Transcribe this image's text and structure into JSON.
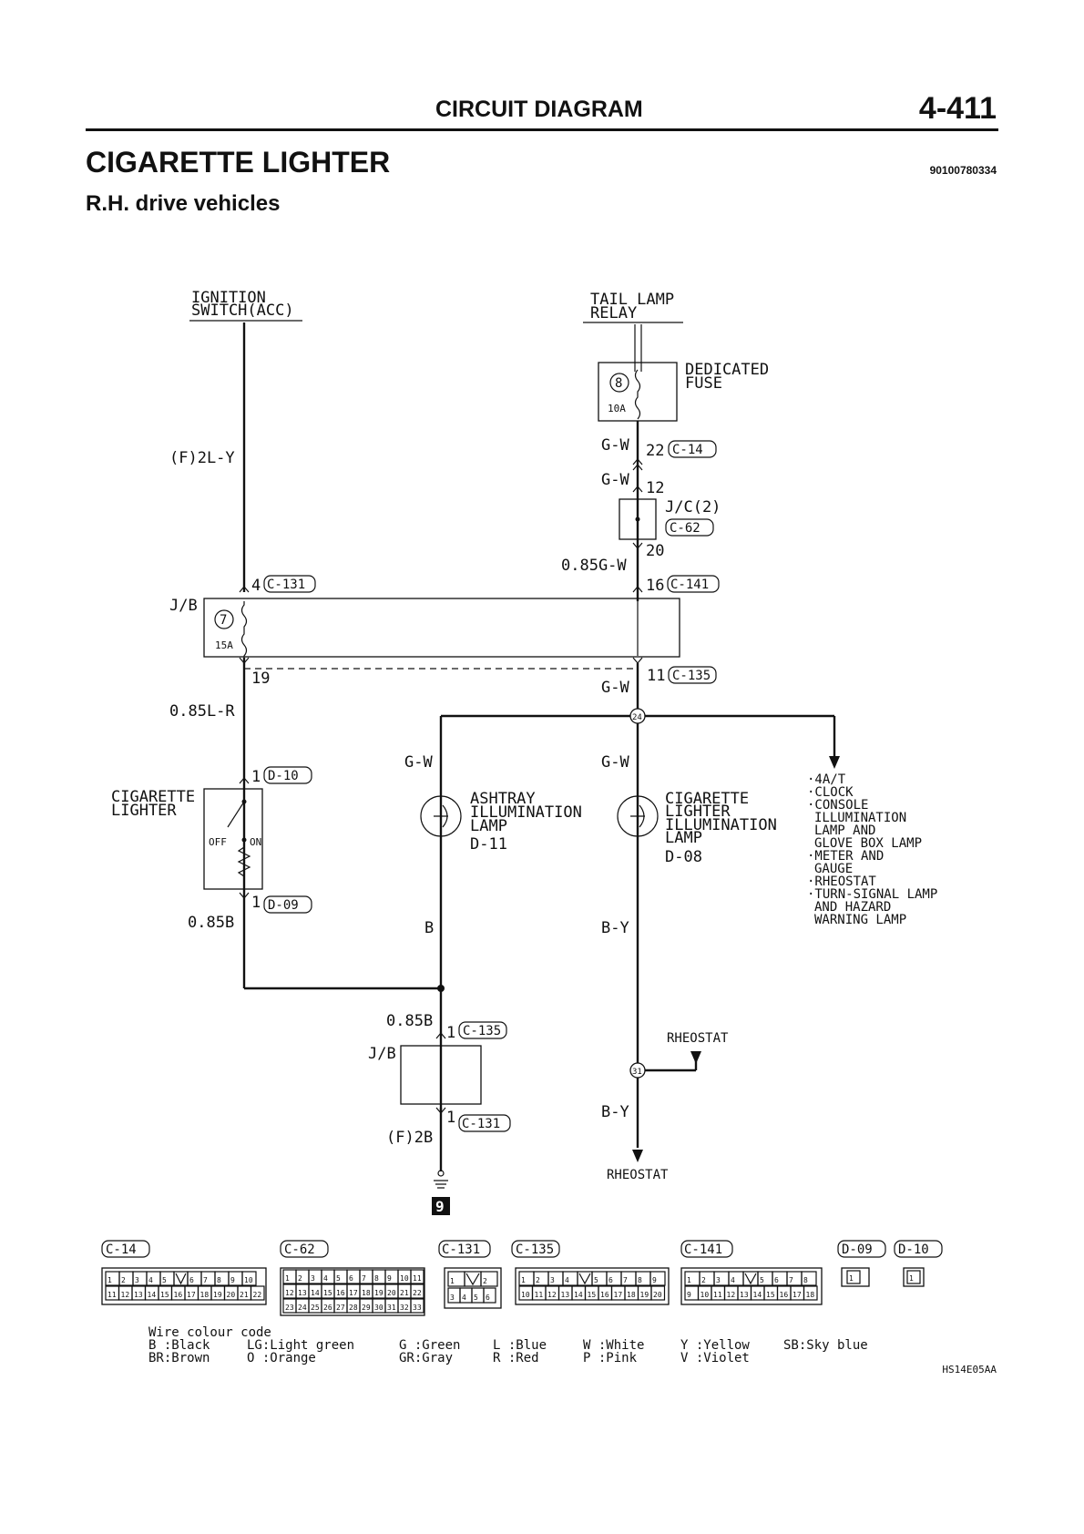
{
  "header": {
    "title": "CIRCUIT DIAGRAM",
    "page_number": "4-411"
  },
  "section": {
    "title": "CIGARETTE LIGHTER",
    "subtitle": "R.H. drive vehicles",
    "doc_code": "90100780334"
  },
  "components": {
    "ignition_switch": [
      "IGNITION",
      "SWITCH(ACC)"
    ],
    "tail_lamp_relay": [
      "TAIL LAMP",
      "RELAY"
    ],
    "dedicated_fuse": [
      "DEDICATED",
      "FUSE"
    ],
    "fuse8": {
      "num": "8",
      "amp": "10A"
    },
    "fuse7": {
      "num": "7",
      "amp": "15A"
    },
    "jb": "J/B",
    "jc": "J/C(2)",
    "cig_lighter": [
      "CIGARETTE",
      "LIGHTER"
    ],
    "switch_off": "OFF",
    "switch_on": "ON",
    "ashtray_lamp": [
      "ASHTRAY",
      "ILLUMINATION",
      "LAMP",
      "D-11"
    ],
    "cig_illum_lamp": [
      "CIGARETTE",
      "LIGHTER",
      "ILLUMINATION",
      "LAMP",
      "D-08"
    ],
    "rheostat": "RHEOSTAT",
    "ground_no": "9",
    "junction_24": "24",
    "junction_31": "31"
  },
  "wires": {
    "f2ly": "(F)2L-Y",
    "gw": "G-W",
    "g085w": "0.85G-W",
    "l085r": "0.85L-R",
    "b085": "0.85B",
    "b": "B",
    "by": "B-Y",
    "f2b": "(F)2B"
  },
  "pins": {
    "p22": "22",
    "p12": "12",
    "p20": "20",
    "p4": "4",
    "p16": "16",
    "p19": "19",
    "p11": "11",
    "p1": "1"
  },
  "connectors": {
    "c14": "C-14",
    "c62": "C-62",
    "c131": "C-131",
    "c135": "C-135",
    "c141": "C-141",
    "d09": "D-09",
    "d10": "D-10"
  },
  "other_circuits": [
    "·4A/T",
    "·CLOCK",
    "·CONSOLE",
    "ILLUMINATION",
    "LAMP AND",
    "GLOVE BOX LAMP",
    "·METER AND",
    "GAUGE",
    "·RHEOSTAT",
    "·TURN-SIGNAL LAMP",
    "AND HAZARD",
    "WARNING LAMP"
  ],
  "connector_pins": {
    "c14": {
      "top": [
        "1",
        "2",
        "3",
        "4",
        "5",
        "",
        "6",
        "7",
        "8",
        "9",
        "10"
      ],
      "bottom": [
        "11",
        "12",
        "13",
        "14",
        "15",
        "16",
        "17",
        "18",
        "19",
        "20",
        "21",
        "22"
      ]
    },
    "c62": {
      "top": [
        "1",
        "2",
        "3",
        "4",
        "5",
        "6",
        "7",
        "8",
        "9",
        "10",
        "11"
      ],
      "mid": [
        "12",
        "13",
        "14",
        "15",
        "16",
        "17",
        "18",
        "19",
        "20",
        "21",
        "22"
      ],
      "bottom": [
        "23",
        "24",
        "25",
        "26",
        "27",
        "28",
        "29",
        "30",
        "31",
        "32",
        "33"
      ]
    },
    "c131": {
      "top": [
        "1",
        "",
        "2"
      ],
      "bottom": [
        "3",
        "4",
        "5",
        "6"
      ]
    },
    "c135": {
      "top": [
        "1",
        "2",
        "3",
        "4",
        "",
        "5",
        "6",
        "7",
        "8",
        "9"
      ],
      "bottom": [
        "10",
        "11",
        "12",
        "13",
        "14",
        "15",
        "16",
        "17",
        "18",
        "19",
        "20"
      ]
    },
    "c141": {
      "top": [
        "1",
        "2",
        "3",
        "4",
        "",
        "5",
        "6",
        "7",
        "8"
      ],
      "bottom": [
        "9",
        "10",
        "11",
        "12",
        "13",
        "14",
        "15",
        "16",
        "17",
        "18"
      ]
    },
    "d09": "1",
    "d10": "1"
  },
  "legend": {
    "title": "Wire colour code",
    "row1": [
      "B :Black",
      "LG:Light green",
      "G :Green",
      "L :Blue",
      "W :White",
      "Y :Yellow",
      "SB:Sky blue"
    ],
    "row2": [
      "BR:Brown",
      "O :Orange",
      "GR:Gray",
      "R :Red",
      "P :Pink",
      "V :Violet"
    ]
  },
  "figure_code": "HS14E05AA"
}
